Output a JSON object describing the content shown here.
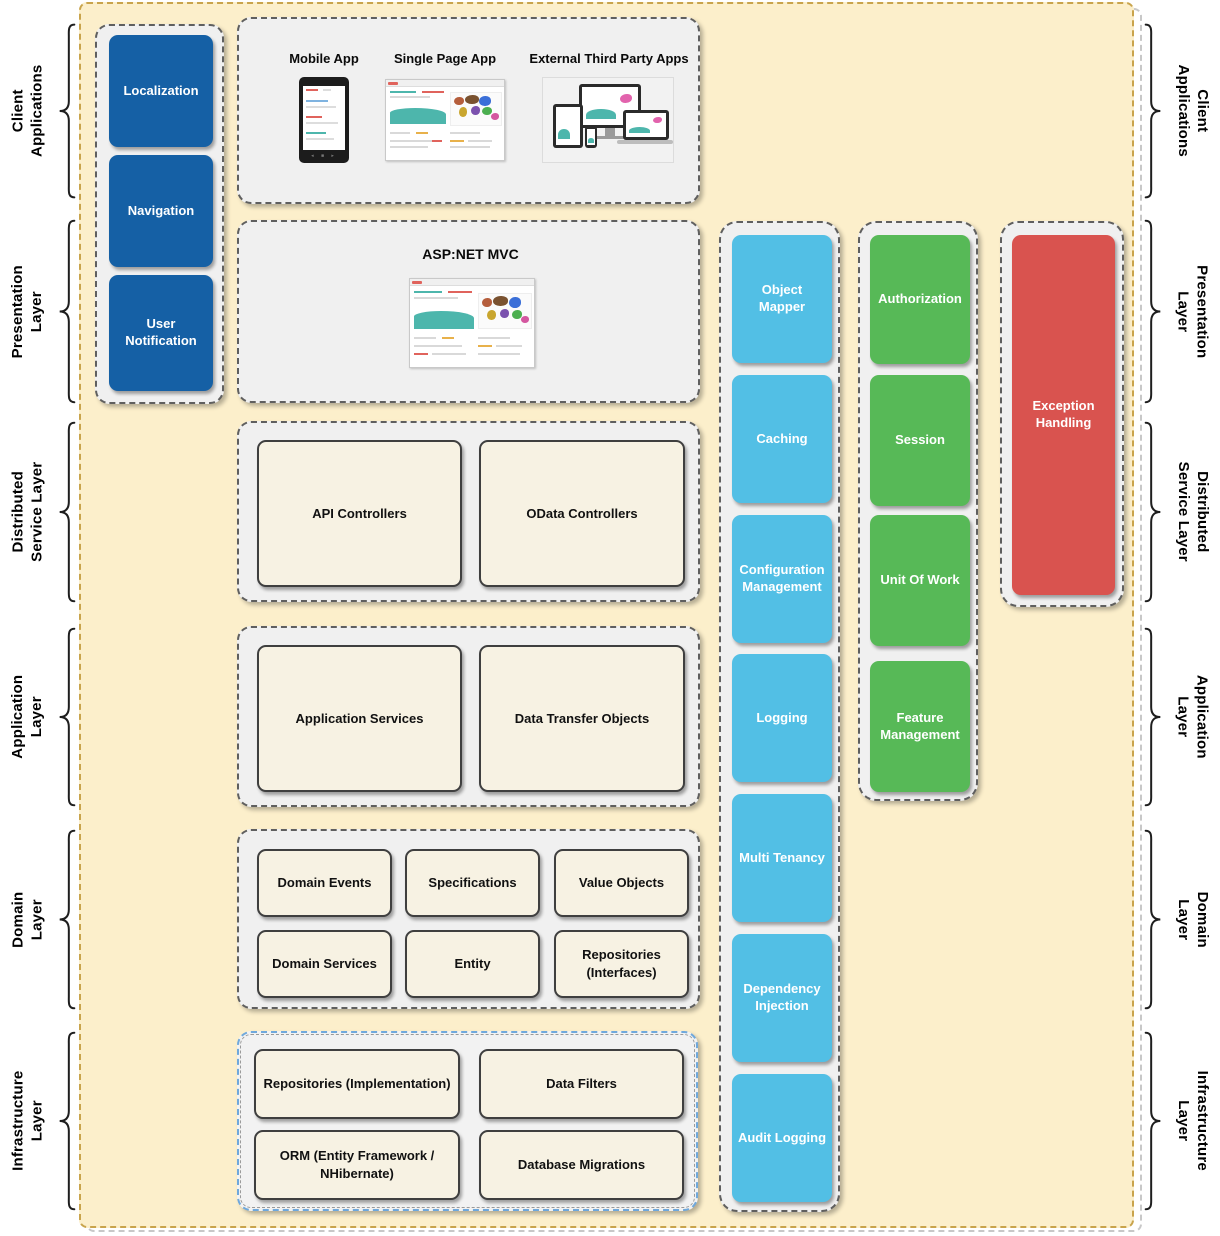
{
  "sides": {
    "sections": [
      {
        "lines": [
          "Client",
          "Applications"
        ]
      },
      {
        "lines": [
          "Presentation",
          "Layer"
        ]
      },
      {
        "lines": [
          "Distributed",
          "Service Layer"
        ]
      },
      {
        "lines": [
          "Application",
          "Layer"
        ]
      },
      {
        "lines": [
          "Domain",
          "Layer"
        ]
      },
      {
        "lines": [
          "Infrastructure",
          "Layer"
        ]
      }
    ]
  },
  "foundation": {
    "items": [
      "Localization",
      "Navigation",
      "User Notification"
    ]
  },
  "client_apps": {
    "labels": [
      "Mobile App",
      "Single Page App",
      "External Third Party Apps"
    ]
  },
  "presentation": {
    "title": "ASP:NET MVC"
  },
  "distributed": {
    "boxes": [
      "API Controllers",
      "OData Controllers"
    ]
  },
  "application": {
    "boxes": [
      "Application Services",
      "Data Transfer Objects"
    ]
  },
  "domain": {
    "boxes": [
      "Domain Events",
      "Specifications",
      "Value Objects",
      "Domain Services",
      "Entity",
      "Repositories (Interfaces)"
    ]
  },
  "infrastructure": {
    "boxes": [
      "Repositories (Implementation)",
      "Data Filters",
      "ORM (Entity Framework / NHibernate)",
      "Database Migrations"
    ]
  },
  "cross_cutting": {
    "boxes": [
      "Object Mapper",
      "Caching",
      "Configuration Management",
      "Logging",
      "Multi Tenancy",
      "Dependency Injection",
      "Audit Logging"
    ]
  },
  "modules": {
    "boxes": [
      "Authorization",
      "Session",
      "Unit Of Work",
      "Feature Management"
    ]
  },
  "exception": {
    "label": "Exception Handling"
  },
  "colors": {
    "background_cream": "#FCEFCB",
    "frame_gold": "#C9A44C",
    "panel_gray": "#F0F0F0",
    "box_blue": "#1560A5",
    "box_cyan": "#52BFE5",
    "box_green": "#57B957",
    "box_red": "#D9534F",
    "box_beige": "#F7F2E3",
    "infra_border_blue": "#6FA8DC",
    "chart_teal": "#4DB6AC"
  }
}
